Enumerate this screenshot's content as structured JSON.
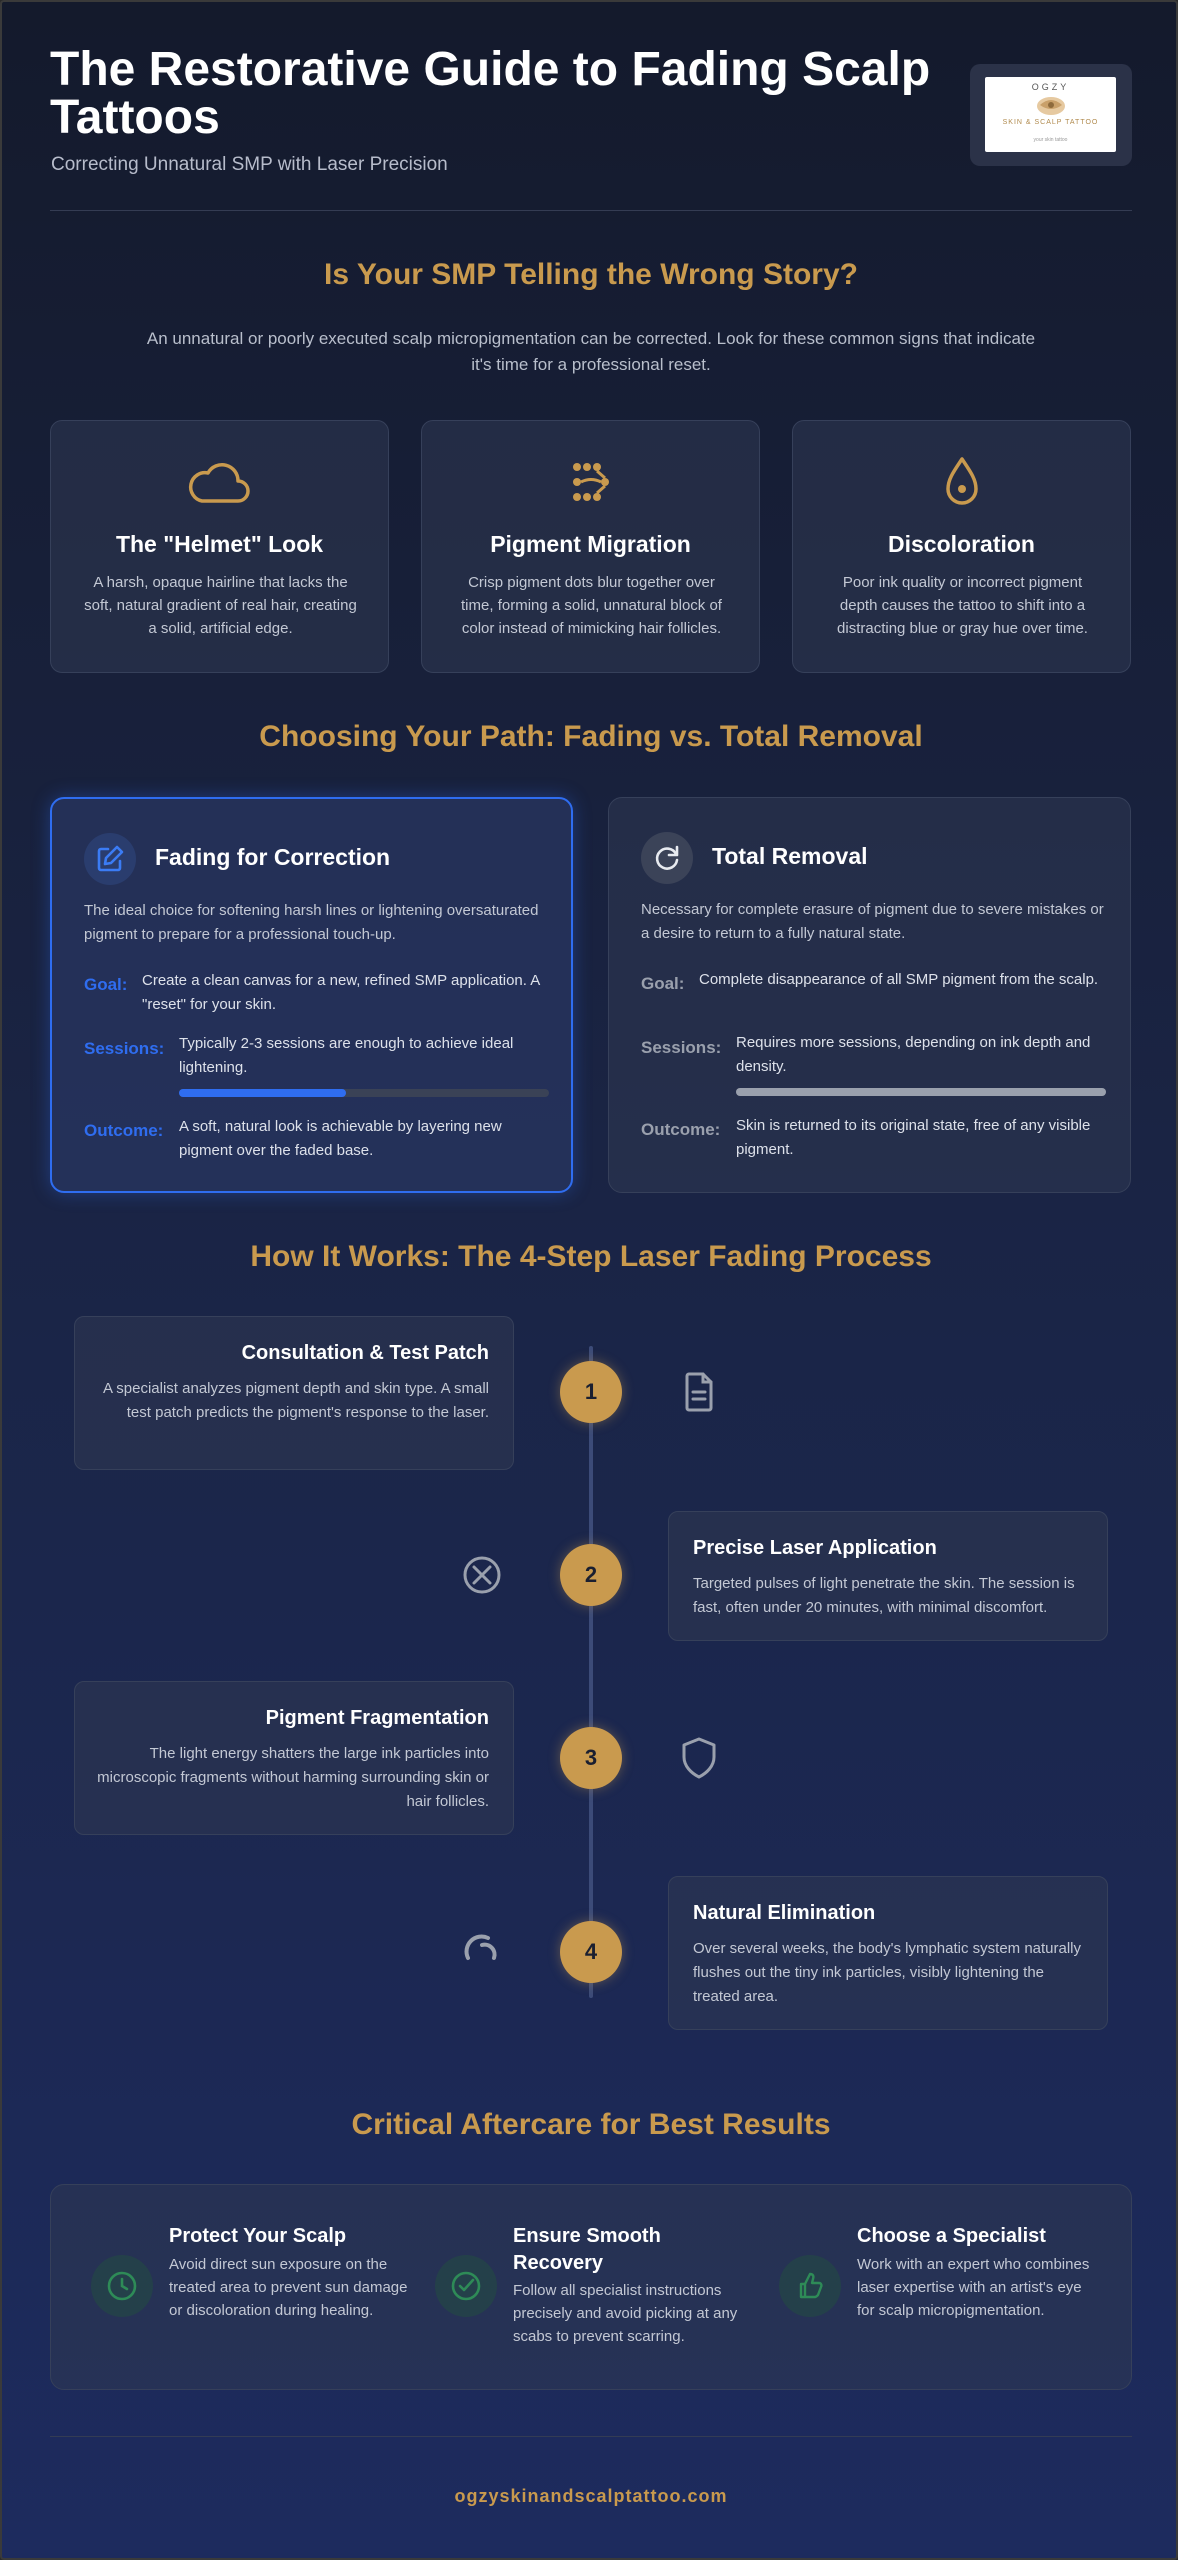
{
  "header": {
    "title": "The Restorative Guide to Fading Scalp Tattoos",
    "subtitle": "Correcting Unnatural SMP with Laser Precision",
    "logo": {
      "top": "OGZY",
      "name": "SKIN & SCALP TATTOO",
      "tag": "your skin tattoo"
    }
  },
  "signs": {
    "title": "Is Your SMP Telling the Wrong Story?",
    "intro": "An unnatural or poorly executed scalp micropigmentation can be corrected. Look for these common signs that indicate it's time for a professional reset.",
    "items": [
      {
        "icon": "cloud-icon",
        "title": "The \"Helmet\" Look",
        "desc": "A harsh, opaque hairline that lacks the soft, natural gradient of real hair, creating a solid, artificial edge."
      },
      {
        "icon": "dots-icon",
        "title": "Pigment Migration",
        "desc": "Crisp pigment dots blur together over time, forming a solid, unnatural block of color instead of mimicking hair follicles."
      },
      {
        "icon": "droplet-icon",
        "title": "Discoloration",
        "desc": "Poor ink quality or incorrect pigment depth causes the tattoo to shift into a distracting blue or gray hue over time."
      }
    ]
  },
  "paths": {
    "title": "Choosing Your Path: Fading vs. Total Removal",
    "labels": {
      "goal": "Goal:",
      "sessions": "Sessions:",
      "outcome": "Outcome:"
    },
    "fading": {
      "icon": "pencil-edit-icon",
      "title": "Fading for Correction",
      "desc": "The ideal choice for softening harsh lines or lightening oversaturated pigment to prepare for a professional touch-up.",
      "goal": "Create a clean canvas for a new, refined SMP application. A \"reset\" for your skin.",
      "sessions": "Typically 2-3 sessions are enough to achieve ideal lightening.",
      "sessions_level": 0.45,
      "outcome": "A soft, natural look is achievable by layering new pigment over the faded base.",
      "accent": "#2f6df0"
    },
    "removal": {
      "icon": "refresh-icon",
      "title": "Total Removal",
      "desc": "Necessary for complete erasure of pigment due to severe mistakes or a desire to return to a fully natural state.",
      "goal": "Complete disappearance of all SMP pigment from the scalp.",
      "sessions": "Requires more sessions, depending on ink depth and density.",
      "sessions_level": 1.0,
      "outcome": "Skin is returned to its original state, free of any visible pigment.",
      "accent": "#9aa0ad"
    }
  },
  "process": {
    "title": "How It Works: The 4-Step Laser Fading Process",
    "steps": [
      {
        "num": "1",
        "icon": "document-icon",
        "title": "Consultation & Test Patch",
        "desc": "A specialist analyzes pigment depth and skin type. A small test patch predicts the pigment's response to the laser."
      },
      {
        "num": "2",
        "icon": "crosshair-icon",
        "title": "Precise Laser Application",
        "desc": "Targeted pulses of light penetrate the skin. The session is fast, often under 20 minutes, with minimal discomfort."
      },
      {
        "num": "3",
        "icon": "shield-icon",
        "title": "Pigment Fragmentation",
        "desc": "The light energy shatters the large ink particles into microscopic fragments without harming surrounding skin or hair follicles."
      },
      {
        "num": "4",
        "icon": "loader-icon",
        "title": "Natural Elimination",
        "desc": "Over several weeks, the body's lymphatic system naturally flushes out the tiny ink particles, visibly lightening the treated area."
      }
    ]
  },
  "aftercare": {
    "title": "Critical Aftercare for Best Results",
    "items": [
      {
        "icon": "clock-icon",
        "title": "Protect Your Scalp",
        "desc": "Avoid direct sun exposure on the treated area to prevent sun damage or discoloration during healing."
      },
      {
        "icon": "check-circle-icon",
        "title": "Ensure Smooth Recovery",
        "desc": "Follow all specialist instructions precisely and avoid picking at any scabs to prevent scarring."
      },
      {
        "icon": "thumbs-up-icon",
        "title": "Choose a Specialist",
        "desc": "Work with an expert who combines laser expertise with an artist's eye for scalp micropigmentation."
      }
    ]
  },
  "footer": {
    "url": "ogzyskinandscalptattoo.com"
  },
  "colors": {
    "gold": "#c99a4e",
    "blue": "#2f6df0",
    "green": "#2e8b57"
  }
}
